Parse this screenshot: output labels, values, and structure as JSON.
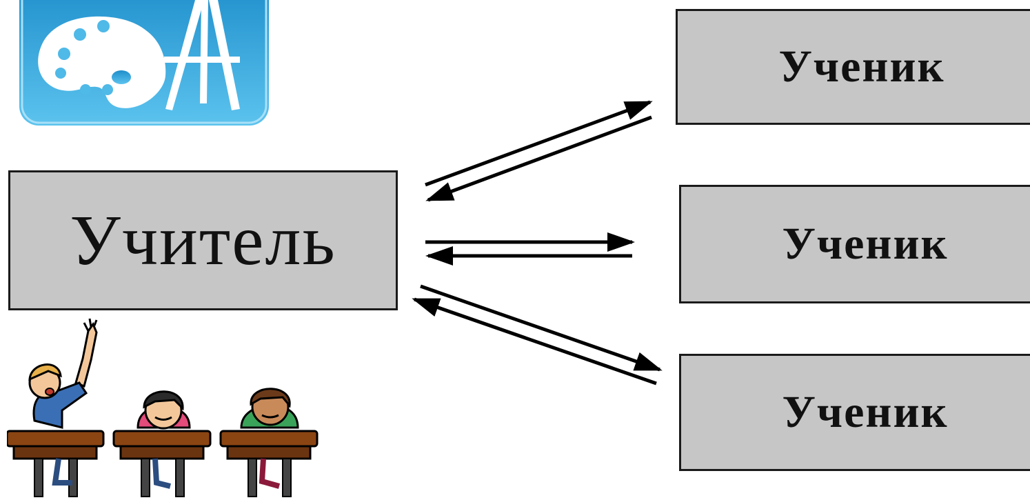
{
  "diagram": {
    "teacher_label": "Учитель",
    "student_labels": [
      "Ученик",
      "Ученик",
      "Ученик"
    ]
  },
  "colors": {
    "box_fill": "#c6c6c6",
    "box_border": "#1a1a1a",
    "arrow": "#000000",
    "icon_blue": "#2aa3dc",
    "palette_white": "#ffffff"
  },
  "icons": {
    "top_left": "art-palette-easel-icon",
    "bottom_left": "students-at-desks-clipart"
  }
}
